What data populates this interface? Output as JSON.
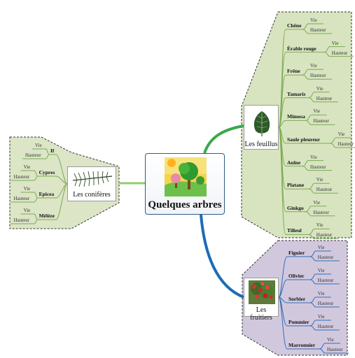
{
  "central": {
    "title": "Quelques arbres"
  },
  "colors": {
    "feuillus_region": "#d8e4c0",
    "coniferes_region": "#dce5c6",
    "fruitiers_region": "#d2c8de",
    "green_branch": "#3aa84a",
    "blue_branch": "#1d6cb4",
    "central_border": "#2c5c8c"
  },
  "labels": {
    "life": "Vie",
    "height": "Hauteur"
  },
  "feuillus": {
    "label": "Les feuillus",
    "icon": "leaf-icon",
    "items": [
      "Chêne",
      "Érable rouge",
      "Frêne",
      "Tamaris",
      "Mimosa",
      "Saule pleureur",
      "Aulne",
      "Platane",
      "Ginkgo",
      "Tilleul"
    ]
  },
  "coniferes": {
    "label": "Les conifères",
    "icon": "pine-branch-icon",
    "items": [
      "If",
      "Cypres",
      "Epicea",
      "Mélèze"
    ]
  },
  "fruitiers": {
    "label": "Les fruitiers",
    "icon": "apple-tree-icon",
    "items": [
      "Figuier",
      "Olivier",
      "Sorbier",
      "Pommier",
      "Marronnier"
    ]
  }
}
